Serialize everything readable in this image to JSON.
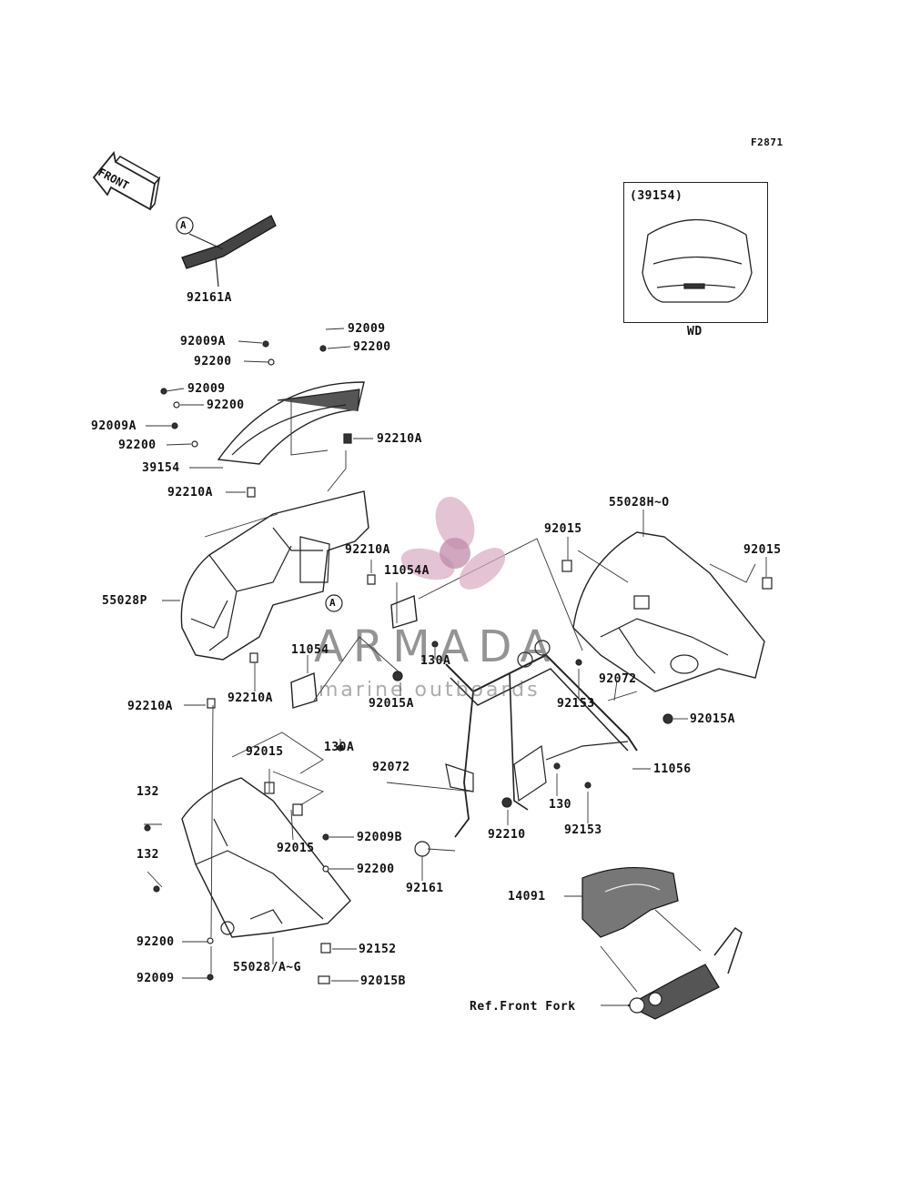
{
  "figure_code": "F2871",
  "front_label": "FRONT",
  "inset": {
    "part": "(39154)",
    "caption": "WD"
  },
  "watermark": {
    "brand": "ARMADA",
    "tagline": "marine outboards"
  },
  "ref_label": "Ref.Front Fork",
  "circle_marker": "A",
  "parts": {
    "p92161A": "92161A",
    "p92009_top": "92009",
    "p92200_top": "92200",
    "p92009A_1": "92009A",
    "p92200_1": "92200",
    "p92009_2": "92009",
    "p92200_2": "92200",
    "p92009A_2": "92009A",
    "p92200_3": "92200",
    "p39154": "39154",
    "p92210A_screen": "92210A",
    "p92210A_low": "92210A",
    "p55028P": "55028P",
    "p92210A_mid": "92210A",
    "p11054A": "11054A",
    "p130A_1": "130A",
    "p11054": "11054",
    "p92210A_2": "92210A",
    "p92015A_1": "92015A",
    "p130A_2": "130A",
    "p92210A_left": "92210A",
    "p92015_1": "92015",
    "p92072_1": "92072",
    "p55028H0": "55028H~O",
    "p92015_r1": "92015",
    "p92015_r2": "92015",
    "p92072_2": "92072",
    "p92153_1": "92153",
    "p92015A_2": "92015A",
    "p11056": "11056",
    "p130": "130",
    "p92153_2": "92153",
    "p92210": "92210",
    "p92161": "92161",
    "p132_1": "132",
    "p132_2": "132",
    "p92015_2": "92015",
    "p92009B": "92009B",
    "p92200_4": "92200",
    "p92200_5": "92200",
    "p55028AG": "55028/A~G",
    "p92152": "92152",
    "p92009_3": "92009",
    "p92015B": "92015B",
    "p14091": "14091"
  }
}
